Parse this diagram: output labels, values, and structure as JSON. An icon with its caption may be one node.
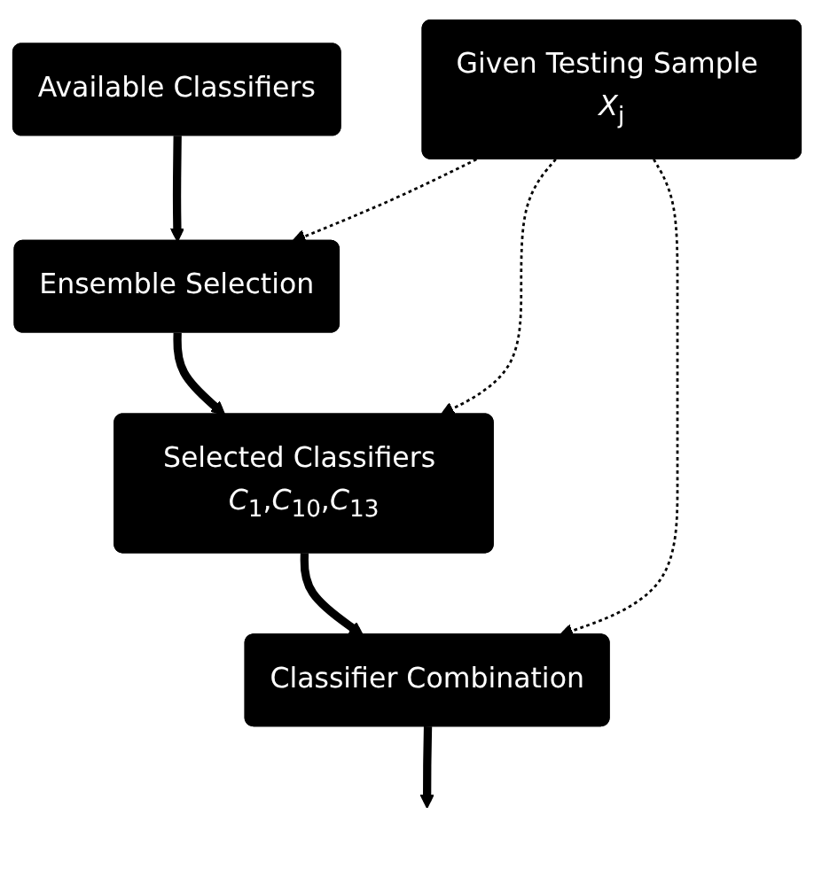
{
  "diagram": {
    "nodes": [
      {
        "text": [
          "Available Classifiers"
        ]
      },
      {
        "text": [
          "Given Testing Sample *X*$_{j}$"
        ]
      },
      {
        "text": [
          "Ensemble Selection"
        ]
      },
      {
        "text": [
          "Classifier Combination"
        ]
      },
      {
        "text": [
          "Selected Classifiers *C*$_{1}$,*C*$_{10}$,*C*$_{13}$"
        ]
      }
    ],
    "edges": [
      {
        "from": 0,
        "to": 2,
        "arrow": "to"
      },
      {
        "from": 1,
        "to": 2,
        "arrow": "to",
        "style": "dashed"
      },
      {
        "from": 2,
        "to": 4,
        "arrow": "to"
      },
      {
        "from": 1,
        "to": 4,
        "arrow": "to",
        "style": "dashed"
      },
      {
        "from": 1,
        "to": 3,
        "arrow": "to",
        "style": "dashed"
      },
      {
        "from": 4,
        "to": 3,
        "arrow": "to"
      },
      {
        "from": 3,
        "to": null,
        "arrow": "to"
      }
    ]
  }
}
